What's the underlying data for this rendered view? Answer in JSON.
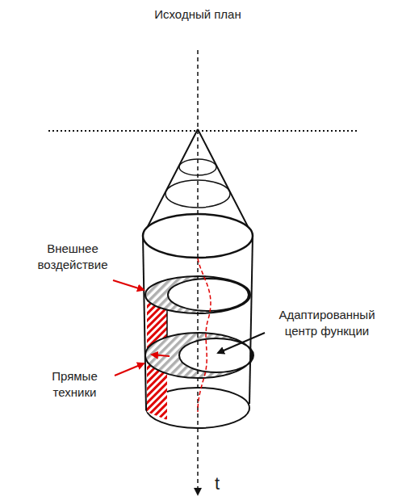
{
  "diagram": {
    "labels": [
      "Исходный план",
      "Внешнее воздействие",
      "Прямые техники",
      "Адаптированный центр функции",
      "t"
    ]
  }
}
